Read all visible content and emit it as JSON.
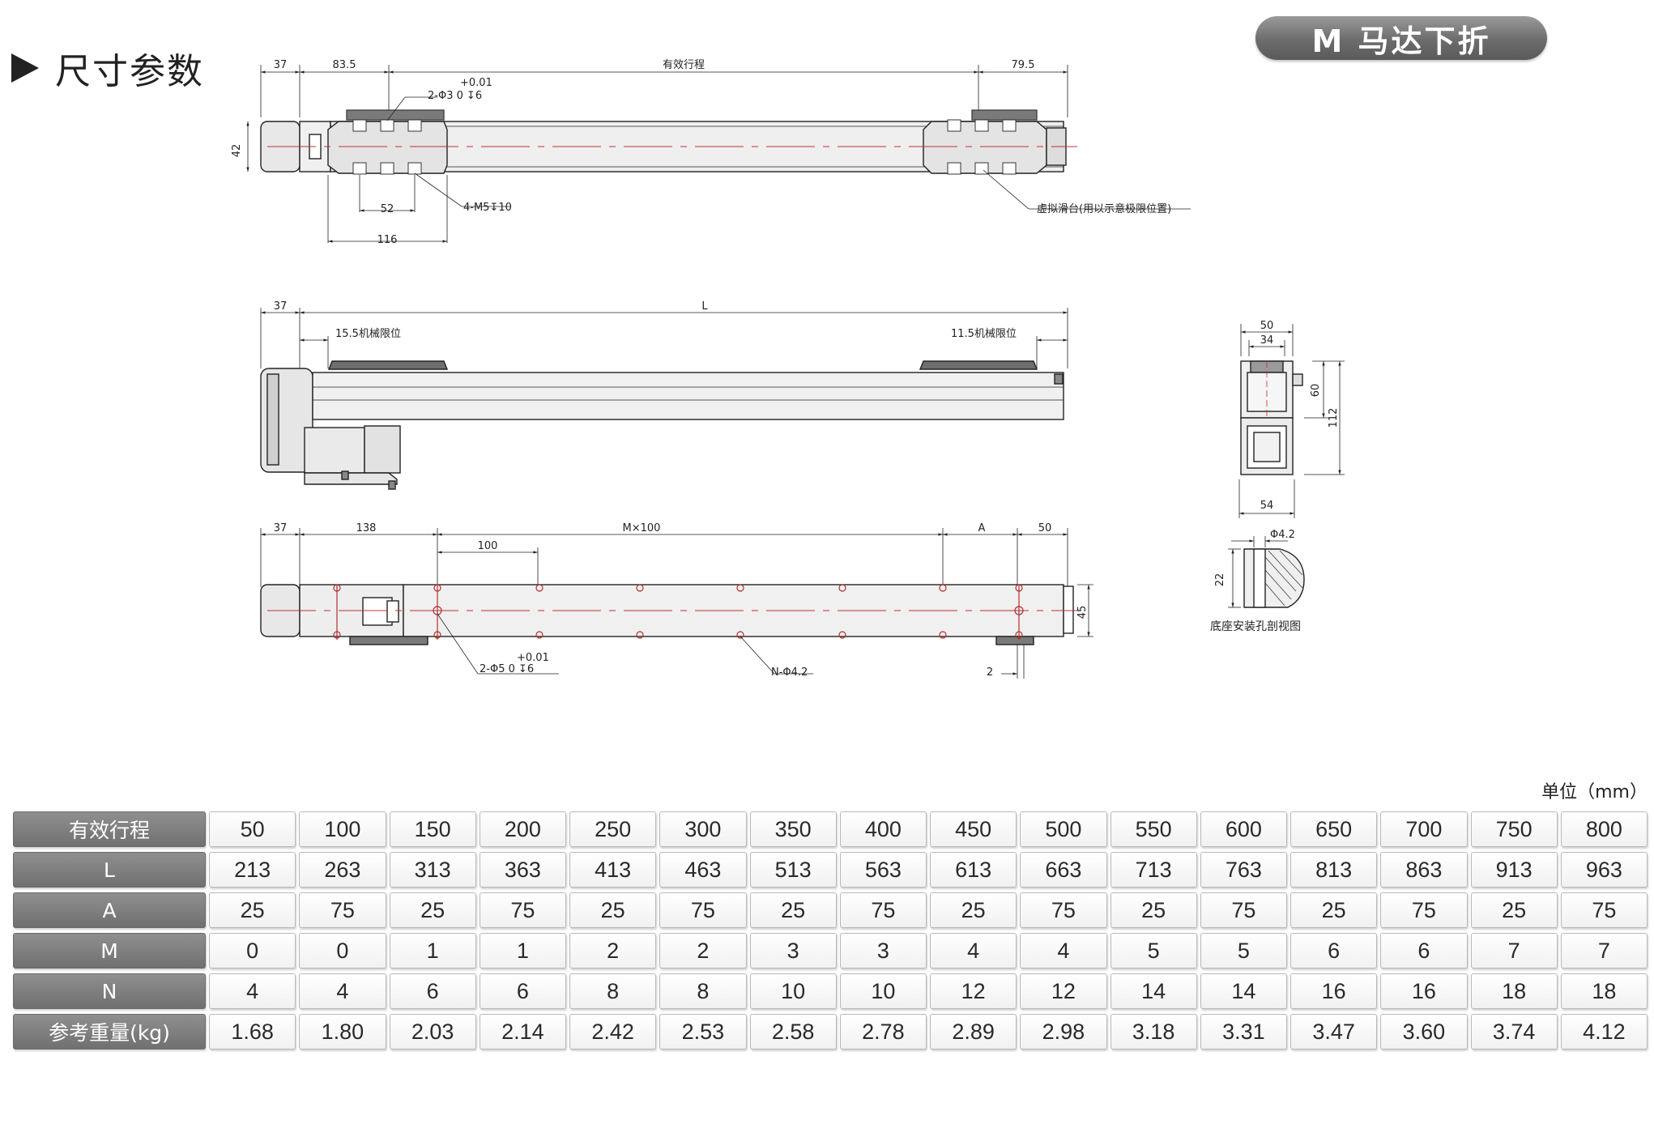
{
  "header": {
    "title": "尺寸参数",
    "badge": "M 马达下折"
  },
  "drawing": {
    "top_view": {
      "dim_37": "37",
      "dim_83_5": "83.5",
      "dim_stroke": "有效行程",
      "dim_79_5": "79.5",
      "tol_top": "+0.01",
      "hole_callout": "2-Φ3  0   ↧6",
      "dim_42": "42",
      "dim_52": "52",
      "dim_116": "116",
      "screw_callout": "4-M5↧10",
      "virtual_slide": "虚拟滑台(用以示意极限位置)"
    },
    "side_view": {
      "dim_37": "37",
      "dim_L": "L",
      "limit_left": "15.5机械限位",
      "limit_right": "11.5机械限位"
    },
    "bottom_view": {
      "dim_37": "37",
      "dim_138": "138",
      "dim_mx100": "M×100",
      "dim_A": "A",
      "dim_50": "50",
      "dim_100": "100",
      "dim_45": "45",
      "tol_top": "+0.01",
      "pin_callout": "2-Φ5  0   ↧6",
      "hole_callout": "N-Φ4.2",
      "dim_2": "2"
    },
    "end_view": {
      "dim_50": "50",
      "dim_34": "34",
      "dim_60": "60",
      "dim_112": "112",
      "dim_54": "54"
    },
    "section_view": {
      "dim_phi": "Φ4.2",
      "dim_22": "22",
      "caption": "底座安装孔剖视图"
    }
  },
  "table": {
    "unit": "单位（mm）",
    "rows": [
      {
        "label": "有效行程",
        "values": [
          "50",
          "100",
          "150",
          "200",
          "250",
          "300",
          "350",
          "400",
          "450",
          "500",
          "550",
          "600",
          "650",
          "700",
          "750",
          "800"
        ]
      },
      {
        "label": "L",
        "values": [
          "213",
          "263",
          "313",
          "363",
          "413",
          "463",
          "513",
          "563",
          "613",
          "663",
          "713",
          "763",
          "813",
          "863",
          "913",
          "963"
        ]
      },
      {
        "label": "A",
        "values": [
          "25",
          "75",
          "25",
          "75",
          "25",
          "75",
          "25",
          "75",
          "25",
          "75",
          "25",
          "75",
          "25",
          "75",
          "25",
          "75"
        ]
      },
      {
        "label": "M",
        "values": [
          "0",
          "0",
          "1",
          "1",
          "2",
          "2",
          "3",
          "3",
          "4",
          "4",
          "5",
          "5",
          "6",
          "6",
          "7",
          "7"
        ]
      },
      {
        "label": "N",
        "values": [
          "4",
          "4",
          "6",
          "6",
          "8",
          "8",
          "10",
          "10",
          "12",
          "12",
          "14",
          "14",
          "16",
          "16",
          "18",
          "18"
        ]
      },
      {
        "label": "参考重量(kg)",
        "values": [
          "1.68",
          "1.80",
          "2.03",
          "2.14",
          "2.42",
          "2.53",
          "2.58",
          "2.78",
          "2.89",
          "2.98",
          "3.18",
          "3.31",
          "3.47",
          "3.60",
          "3.74",
          "4.12"
        ]
      }
    ]
  }
}
